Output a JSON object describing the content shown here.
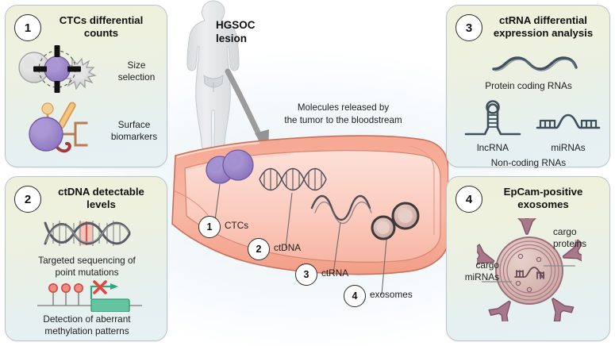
{
  "figure": {
    "center": {
      "lesion_label": "HGSOC\nlesion",
      "lesion_label_line1": "HGSOC",
      "lesion_label_line2": "lesion",
      "released_line1": "Molecules released by",
      "released_line2": "the tumor to the bloodstream",
      "callouts": [
        {
          "number": "1",
          "label": "CTCs"
        },
        {
          "number": "2",
          "label": "ctDNA"
        },
        {
          "number": "3",
          "label": "ctRNA"
        },
        {
          "number": "4",
          "label": "exosomes"
        }
      ]
    },
    "panels": [
      {
        "number": "1",
        "title_line1": "CTCs differential",
        "title_line2": "counts",
        "captions": [
          {
            "line1": "Size",
            "line2": "selection"
          },
          {
            "line1": "Surface",
            "line2": "biomarkers"
          }
        ]
      },
      {
        "number": "2",
        "title_line1": "ctDNA detectable",
        "title_line2": "levels",
        "captions": [
          {
            "line1": "Targeted sequencing of",
            "line2": "point mutations"
          },
          {
            "line1": "Detection of aberrant",
            "line2": "methylation patterns"
          }
        ]
      },
      {
        "number": "3",
        "title_line1": "ctRNA differential",
        "title_line2": "expression analysis",
        "captions": [
          {
            "line1": "Protein coding RNAs"
          },
          {
            "line1": "lncRNA"
          },
          {
            "line1": "miRNAs"
          },
          {
            "line1": "Non-coding RNAs"
          }
        ]
      },
      {
        "number": "4",
        "title_line1": "EpCam-positive",
        "title_line2": "exosomes",
        "captions": [
          {
            "line1": "cargo",
            "line2": "proteins"
          },
          {
            "line1": "cargo",
            "line2": "miRNAs"
          }
        ]
      }
    ],
    "colors": {
      "panel_border": "#b9c6cb",
      "panel_top": "#eef0da",
      "panel_bottom": "#e7f1f5",
      "vessel_fill": "#f6b3a0",
      "vessel_inner": "#fbd6cc",
      "vessel_stroke": "#c8715c",
      "ctc_cell": "#9a86c8",
      "exosome": "#b08b96",
      "dna_strand": "#5d5d66",
      "rna_strand": "#4a5a66",
      "methyl_dot": "#e05a53",
      "gene_box": "#66bf9a",
      "body_silhouette": "#e2e4e5",
      "arrow": "#8a8a8a"
    }
  }
}
